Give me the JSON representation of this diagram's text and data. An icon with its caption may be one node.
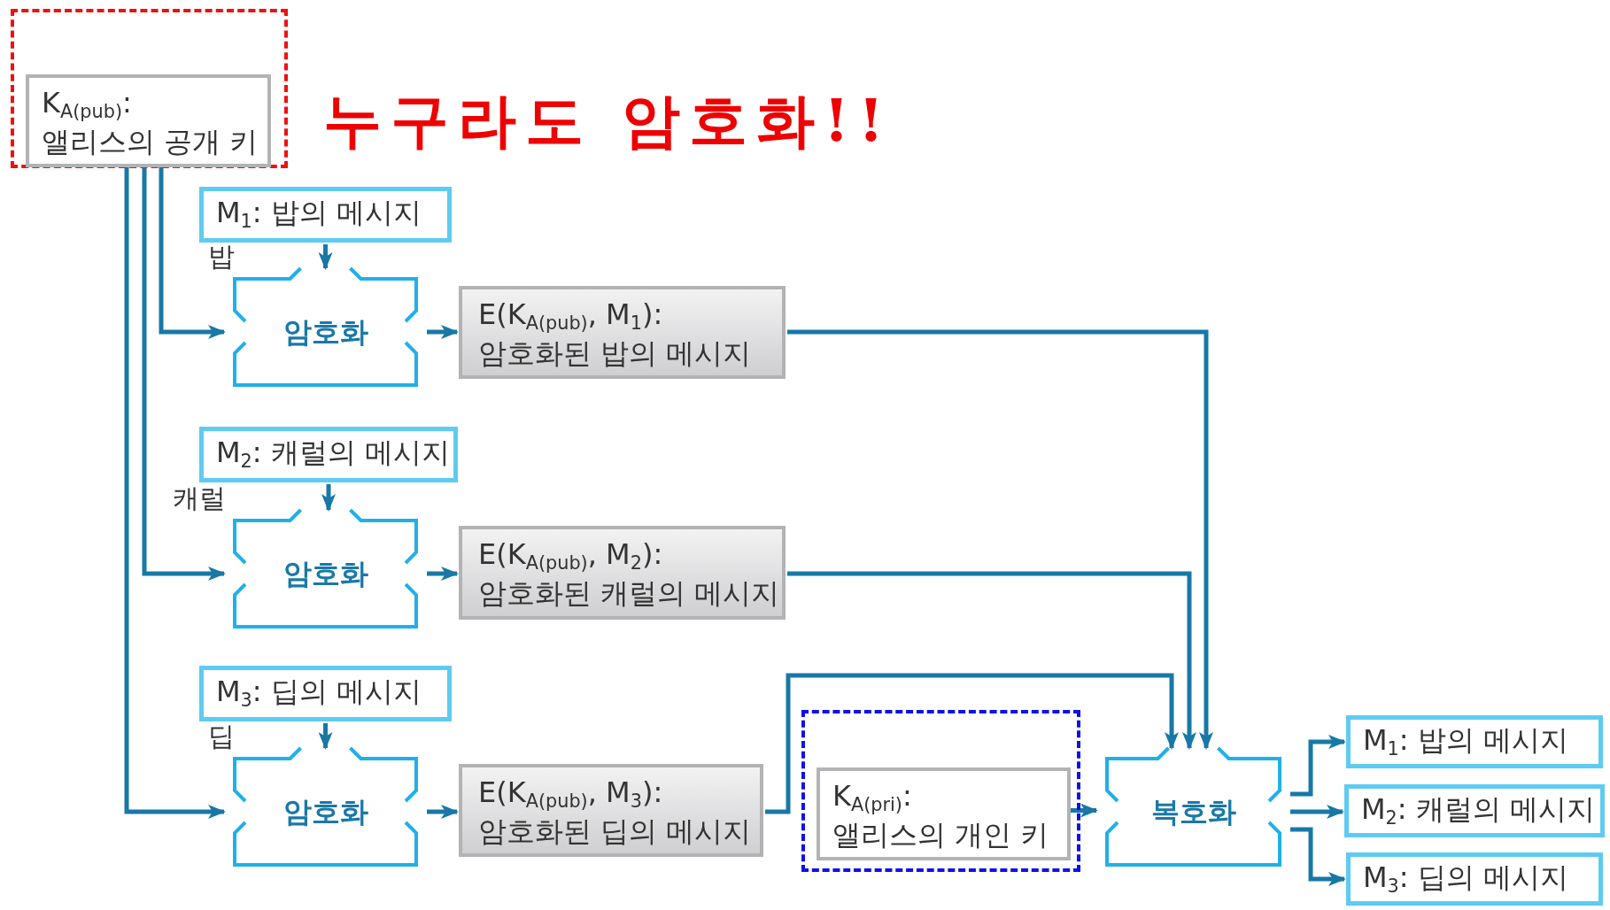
{
  "diagram": {
    "nodes": [
      {
        "text": [],
        "shape": "box"
      },
      {
        "text": [
          "K$_{A(pub)}$:",
          "앨리스의 공개 키"
        ],
        "in": 0
      },
      {
        "text": [
          "M$_{1}$: 밥의 메시지"
        ]
      },
      {
        "text": [
          "암호화"
        ],
        "beside": [
          "밥"
        ]
      },
      {
        "text": [
          "E(K$_{A(pub)}$, M$_{1}$):",
          "암호화된 밥의 메시지"
        ]
      },
      {
        "text": [
          "M$_{2}$: 캐럴의 메시지"
        ]
      },
      {
        "text": [
          "암호화"
        ],
        "beside": [
          "캐럴"
        ]
      },
      {
        "text": [
          "E(K$_{A(pub)}$, M$_{2}$):",
          "암호화된 캐럴의 메시지"
        ]
      },
      {
        "text": [
          "M$_{3}$: 딥의 메시지"
        ]
      },
      {
        "text": [
          "암호화"
        ],
        "beside": [
          "딥"
        ]
      },
      {
        "text": [
          "E(K$_{A(pub)}$, M$_{3}$):",
          "암호화된 딥의 메시지"
        ]
      },
      {
        "text": [],
        "shape": "box"
      },
      {
        "text": [
          "K$_{A(pri)}$:",
          "앨리스의 개인 키"
        ],
        "in": 11
      },
      {
        "text": [
          "복호화"
        ]
      },
      {
        "text": [
          "M$_{1}$: 밥의 메시지"
        ]
      },
      {
        "text": [
          "M$_{2}$: 캐럴의 메시지"
        ]
      },
      {
        "text": [
          "M$_{3}$: 딥의 메시지"
        ]
      }
    ],
    "edges": [
      {
        "from": 1,
        "to": 3,
        "arrow": "to"
      },
      {
        "from": 1,
        "to": 6,
        "arrow": "to"
      },
      {
        "from": 1,
        "to": 9,
        "arrow": "to"
      },
      {
        "from": 2,
        "to": 3,
        "arrow": "to"
      },
      {
        "from": 3,
        "to": 4,
        "arrow": "to"
      },
      {
        "from": 5,
        "to": 6,
        "arrow": "to"
      },
      {
        "from": 6,
        "to": 7,
        "arrow": "to"
      },
      {
        "from": 8,
        "to": 9,
        "arrow": "to"
      },
      {
        "from": 9,
        "to": 10,
        "arrow": "to"
      },
      {
        "from": 4,
        "to": 13,
        "arrow": "to"
      },
      {
        "from": 7,
        "to": 13,
        "arrow": "to"
      },
      {
        "from": 10,
        "to": 13,
        "arrow": "to"
      },
      {
        "from": 12,
        "to": 13,
        "arrow": "to"
      },
      {
        "from": 13,
        "to": 14,
        "arrow": "to"
      },
      {
        "from": 13,
        "to": 15,
        "arrow": "to"
      },
      {
        "from": 13,
        "to": 16,
        "arrow": "to"
      }
    ],
    "labels": [
      "누구라도 암호화!!"
    ]
  }
}
